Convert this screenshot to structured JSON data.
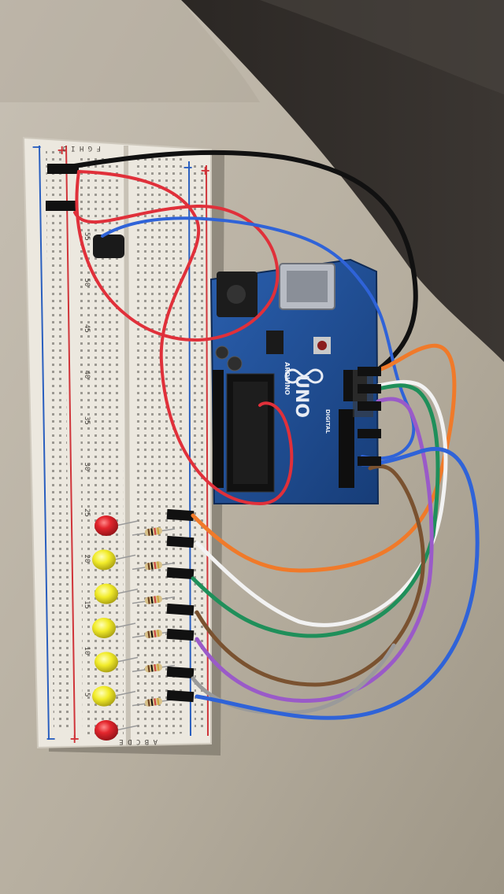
{
  "photo": {
    "subject": "arduino-breadboard-led-circuit",
    "colors": {
      "couch": "#b9b1a4",
      "couch_shadow": "#8f877a",
      "breadboard": "#ece8df",
      "rail_red": "#d0353a",
      "rail_blue": "#2a5fbf",
      "arduino_pcb": "#1f4f96",
      "led_red": "#e3262d",
      "led_yellow": "#f2ec2a",
      "wire_black": "#1a1a1a",
      "wire_red": "#e0303a",
      "wire_blue": "#2f63d8",
      "wire_orange": "#f07a2a",
      "wire_white": "#f2f2f2",
      "wire_green": "#1f8f5a",
      "wire_brown": "#7a5230",
      "wire_purple": "#9a5ac8",
      "wire_gray": "#9a9a9a"
    },
    "breadboard_labels": {
      "top_edge": "F G H I J",
      "bottom_edge": "A B C D E",
      "plus": "+",
      "minus": "−",
      "row_numbers": [
        "55",
        "50",
        "45",
        "40",
        "35",
        "30",
        "25",
        "20",
        "15",
        "10",
        "5"
      ]
    },
    "arduino_labels": {
      "brand": "ARDUINO",
      "model": "UNO",
      "section": "DIGITAL"
    },
    "leds": [
      "red",
      "yellow",
      "yellow",
      "yellow",
      "yellow",
      "yellow",
      "red"
    ]
  }
}
